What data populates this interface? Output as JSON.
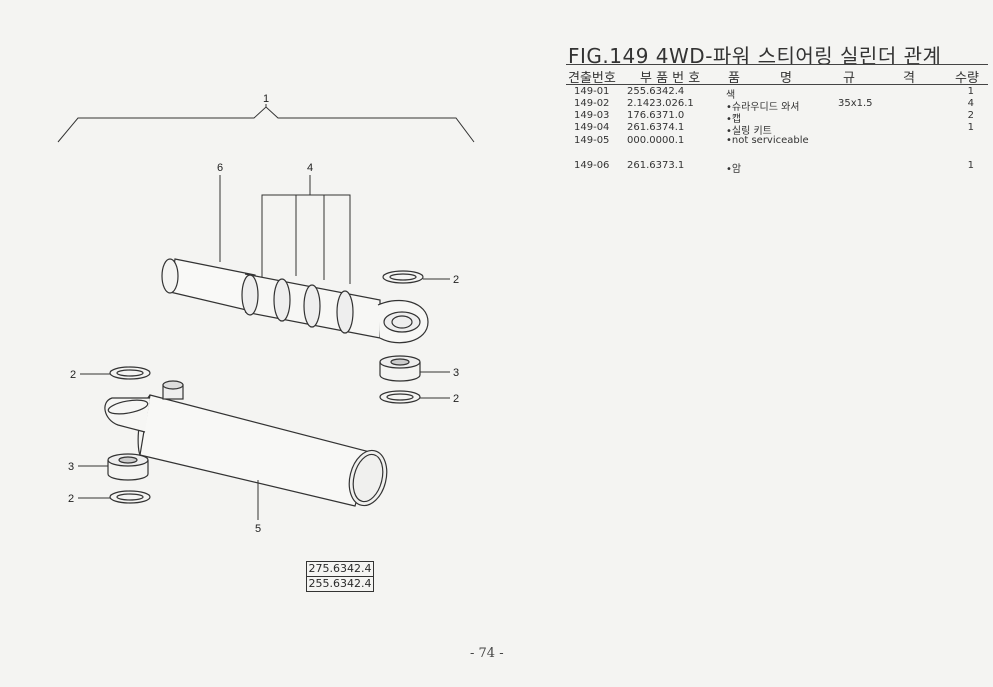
{
  "title": "FIG.149 4WD-파워 스티어링 실린더 관계",
  "headers": {
    "ref": "견출번호",
    "part": "부 품 번 호",
    "desc_1": "품",
    "desc_2": "명",
    "spec_1": "규",
    "spec_2": "격",
    "qty": "수량"
  },
  "parts": [
    {
      "ref": "149-01",
      "part": "255.6342.4",
      "desc": "색",
      "spec": "",
      "qty": "1"
    },
    {
      "ref": "149-02",
      "part": "2.1423.026.1",
      "desc": "•슈라우디드 와셔",
      "spec": "35x1.5",
      "qty": "4"
    },
    {
      "ref": "149-03",
      "part": "176.6371.0",
      "desc": "•캡",
      "spec": "",
      "qty": "2"
    },
    {
      "ref": "149-04",
      "part": "261.6374.1",
      "desc": "•실링 키트",
      "spec": "",
      "qty": "1"
    },
    {
      "ref": "149-05",
      "part": "000.0000.1",
      "desc": "•not serviceable",
      "spec": "",
      "qty": ""
    },
    {
      "ref": "149-06",
      "part": "261.6373.1",
      "desc": "•암",
      "spec": "",
      "qty": "1"
    }
  ],
  "diagram": {
    "callouts": [
      "1",
      "6",
      "4",
      "2",
      "2",
      "3",
      "2",
      "3",
      "2",
      "5"
    ],
    "part_numbers": [
      "275.6342.4",
      "255.6342.4"
    ]
  },
  "page_number": "- 74 -"
}
